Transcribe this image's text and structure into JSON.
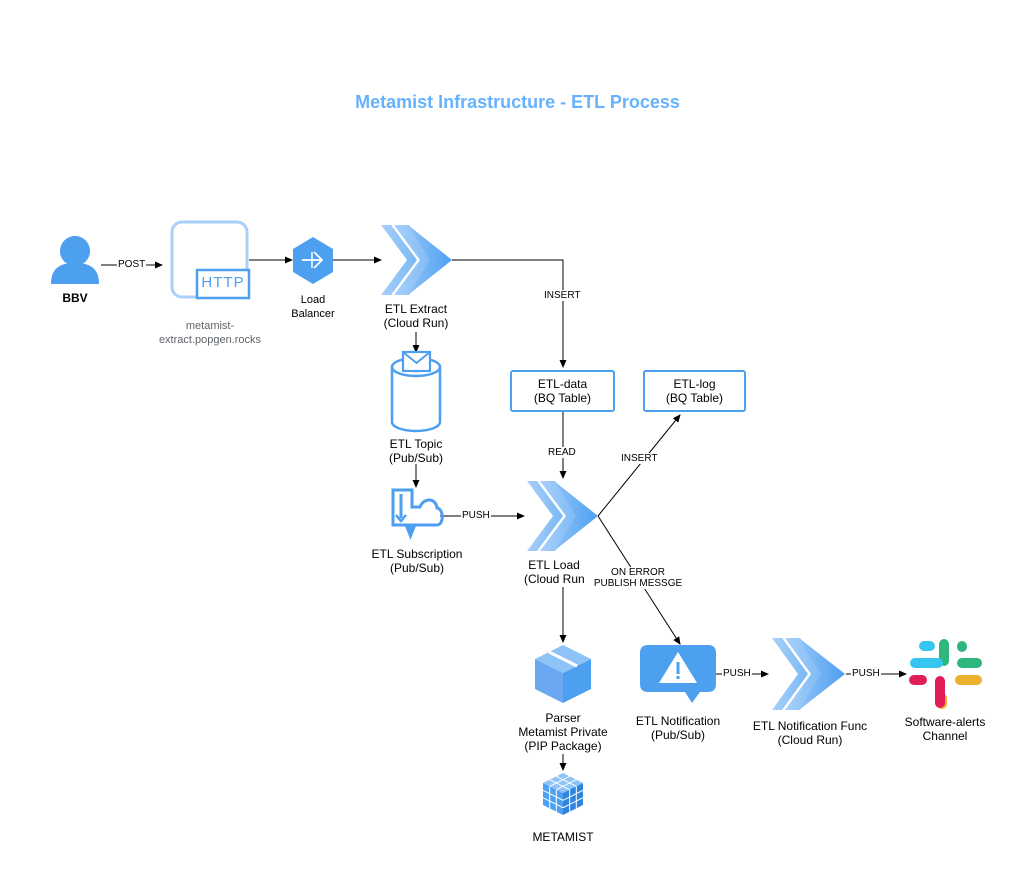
{
  "title": "Metamist Infrastructure - ETL Process",
  "nodes": {
    "bbv": "BBV",
    "domain": "metamist-\nextract.popgen.rocks",
    "http": "HTTP",
    "load_balancer": "Load\nBalancer",
    "etl_extract": "ETL Extract\n(Cloud Run)",
    "etl_topic": "ETL Topic\n(Pub/Sub)",
    "etl_subscription": "ETL Subscription\n(Pub/Sub)",
    "etl_data": "ETL-data\n(BQ Table)",
    "etl_log": "ETL-log\n(BQ Table)",
    "etl_load": "ETL Load\n(Cloud Run)",
    "parser": "Parser\nMetamist Private\n(PIP Package)",
    "metamist": "METAMIST",
    "etl_notification": "ETL Notification\n(Pub/Sub)",
    "etl_notification_func": "ETL Notification Func\n(Cloud Run)",
    "slack_channel": "Software-alerts\nChannel"
  },
  "edges": {
    "post": "POST",
    "insert_data": "INSERT",
    "read": "READ",
    "insert_log": "INSERT",
    "push_load": "PUSH",
    "on_error": "ON ERROR\nPUBLISH MESSGE",
    "push_func": "PUSH",
    "push_slack": "PUSH"
  },
  "colors": {
    "accent": "#66b2ff",
    "icon_blue": "#4d9ff0",
    "slack": [
      "#36c5f0",
      "#2eb67d",
      "#ecb22e",
      "#e01e5a"
    ]
  }
}
